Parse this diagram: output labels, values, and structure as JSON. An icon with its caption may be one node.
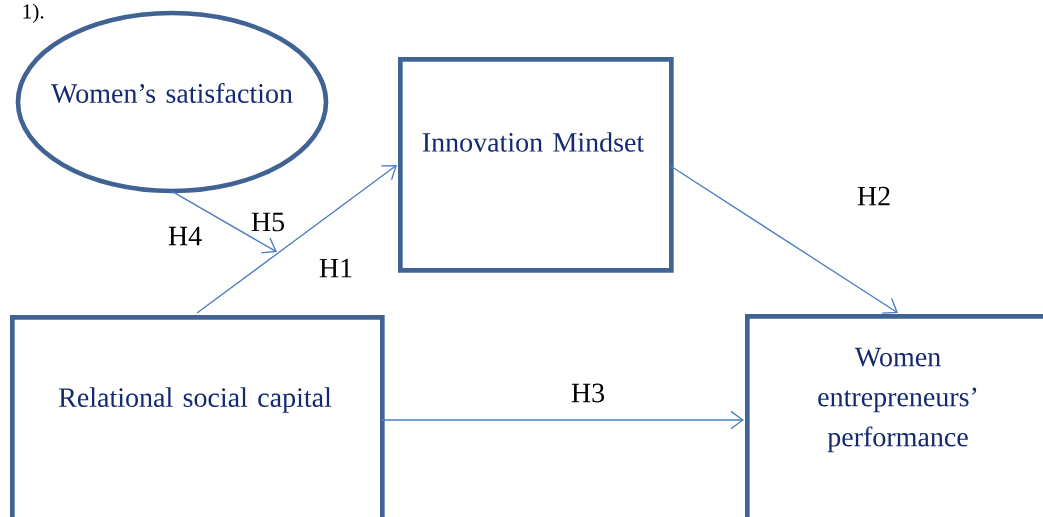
{
  "diagram": {
    "nodes": [
      {
        "text": [
          "Women’s satisfaction"
        ]
      },
      {
        "text": [
          "Innovation Mindset"
        ]
      },
      {
        "text": [
          "Relational social capital"
        ]
      },
      {
        "text": [
          "Women entrepreneurs’ performance"
        ]
      }
    ],
    "edges": [
      {
        "from": 2,
        "to": 1,
        "arrow": "to",
        "label": "H1"
      },
      {
        "from": 1,
        "to": 3,
        "arrow": "to",
        "label": "H2"
      },
      {
        "from": 2,
        "to": 3,
        "arrow": "to",
        "label": "H3"
      },
      {
        "from": 0,
        "to": null,
        "arrow": "to"
      }
    ],
    "labels": [
      "1).",
      "H4",
      "H5"
    ]
  }
}
